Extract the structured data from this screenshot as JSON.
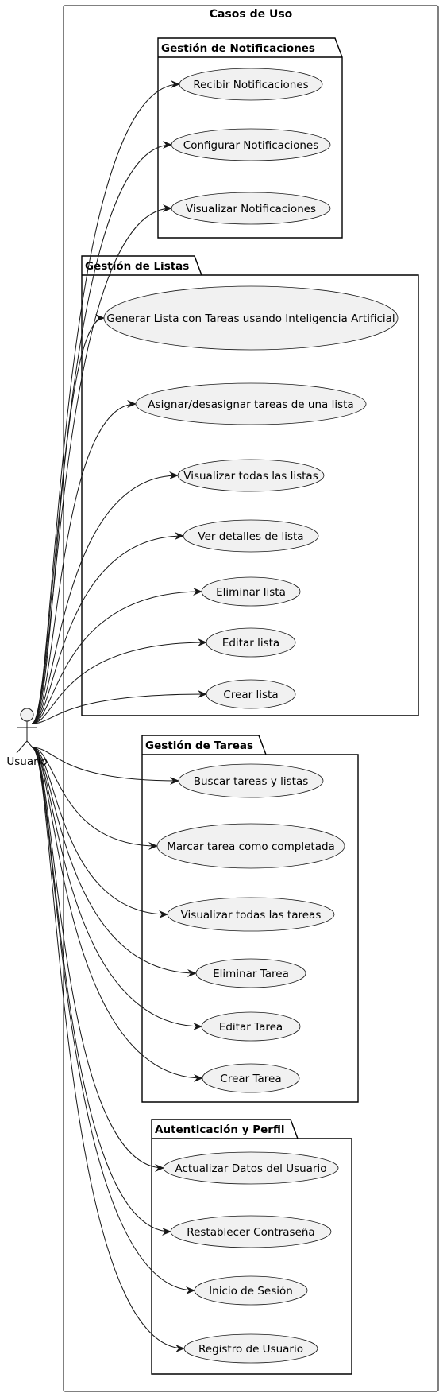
{
  "diagram": {
    "system_title": "Casos de Uso",
    "actor": {
      "name": "Usuario",
      "icon": "stick-figure-actor-icon"
    },
    "colors": {
      "usecase_fill": "#f1f1f1",
      "stroke": "#181818"
    },
    "packages": [
      {
        "id": "notificaciones",
        "title": "Gestión de Notificaciones",
        "use_cases": [
          "Recibir Notificaciones",
          "Configurar Notificaciones",
          "Visualizar Notificaciones"
        ]
      },
      {
        "id": "listas",
        "title": "Gestión de Listas",
        "use_cases": [
          "Generar Lista con Tareas usando Inteligencia Artificial",
          "Asignar/desasignar tareas de una lista",
          "Visualizar todas las listas",
          "Ver detalles de lista",
          "Eliminar lista",
          "Editar lista",
          "Crear lista"
        ]
      },
      {
        "id": "tareas",
        "title": "Gestión de Tareas",
        "use_cases": [
          "Buscar tareas y listas",
          "Marcar tarea como completada",
          "Visualizar todas las tareas",
          "Eliminar Tarea",
          "Editar Tarea",
          "Crear Tarea"
        ]
      },
      {
        "id": "autenticacion",
        "title": "Autenticación y Perfil",
        "use_cases": [
          "Actualizar Datos del Usuario",
          "Restablecer Contraseña",
          "Inicio de Sesión",
          "Registro de Usuario"
        ]
      }
    ]
  }
}
